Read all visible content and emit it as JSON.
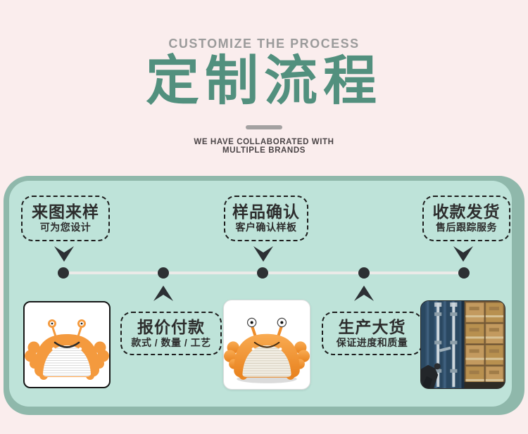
{
  "colors": {
    "page_bg": "#faeded",
    "accent_green": "#52907e",
    "panel_outer": "#8fb8ab",
    "panel_inner": "#bee3d9",
    "eyebrow_gray": "#9b9b9b",
    "subtitle_gray": "#4a4446",
    "text_dark": "#2d2d2d",
    "timeline_line": "#ebeae8",
    "timeline_dot": "#2d3033",
    "crab_orange": "#f49a3e"
  },
  "header": {
    "eyebrow": "CUSTOMIZE THE PROCESS",
    "title": "定制流程",
    "collab_line1": "WE HAVE COLLABORATED WITH",
    "collab_line2": "MULTIPLE BRANDS"
  },
  "flow": {
    "top_steps": [
      {
        "title": "来图来样",
        "subtitle": "可为您设计"
      },
      {
        "title": "样品确认",
        "subtitle": "客户确认样板"
      },
      {
        "title": "收款发货",
        "subtitle": "售后跟踪服务"
      }
    ],
    "bottom_steps": [
      {
        "title": "报价付款",
        "subtitle": "款式 / 数量 / 工艺"
      },
      {
        "title": "生产大货",
        "subtitle": "保证进度和质量"
      }
    ],
    "images": [
      {
        "name": "crab-design-illustration"
      },
      {
        "name": "crab-sample-photo"
      },
      {
        "name": "container-loading-photo"
      }
    ]
  }
}
